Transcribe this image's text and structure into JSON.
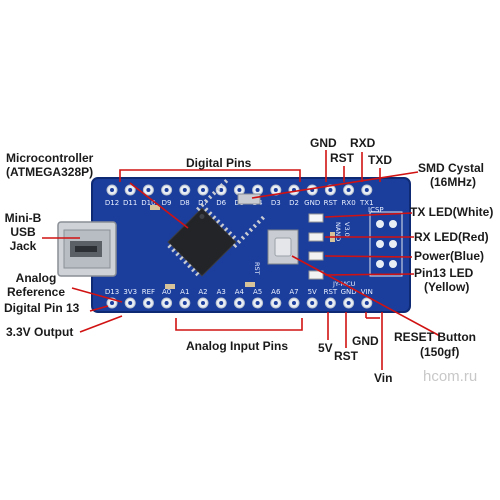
{
  "labels": {
    "digital_pins": "Digital Pins",
    "microcontroller": "Microcontroller",
    "microcontroller_model": "(ATMEGA328P)",
    "mini_b_line1": "Mini-B",
    "mini_b_line2": "USB",
    "mini_b_line3": "Jack",
    "analog_line1": "Analog",
    "analog_line2": "Reference",
    "digital_pin13": "Digital Pin 13",
    "output_3v3": "3.3V Output",
    "analog_input_pins": "Analog Input Pins",
    "gnd_top": "GND",
    "rst_top": "RST",
    "rxd_top": "RXD",
    "txd_top": "TXD",
    "smd_crystal": "SMD Cystal",
    "smd_crystal_freq": "(16MHz)",
    "tx_led": "TX LED(White)",
    "rx_led": "RX LED(Red)",
    "power_led": "Power(Blue)",
    "pin13_led": "Pin13 LED",
    "pin13_led_color": "(Yellow)",
    "v5_bottom": "5V",
    "rst_bottom": "RST",
    "gnd_bottom": "GND",
    "vin_bottom": "Vin",
    "reset_button": "RESET Button",
    "reset_button_force": "(150gf)"
  },
  "board": {
    "top_row_pins": [
      "D12",
      "D11",
      "D10",
      "D9",
      "D8",
      "D7",
      "D6",
      "D5",
      "D4",
      "D3",
      "D2",
      "GND",
      "RST",
      "RX0",
      "TX1"
    ],
    "bottom_row_pins": [
      "D13",
      "3V3",
      "REF",
      "A0",
      "A1",
      "A2",
      "A3",
      "A4",
      "A5",
      "A6",
      "A7",
      "5V",
      "RST",
      "GND",
      "VIN"
    ],
    "side_text": [
      "NANO",
      "V3.0"
    ],
    "maker_text": "JY-MCU",
    "rst_text": "RST",
    "icsp_text": "ICSP",
    "pcb_color": "#1b3d9c",
    "pad_color": "#e9eef5"
  },
  "watermark": "hcom.ru"
}
